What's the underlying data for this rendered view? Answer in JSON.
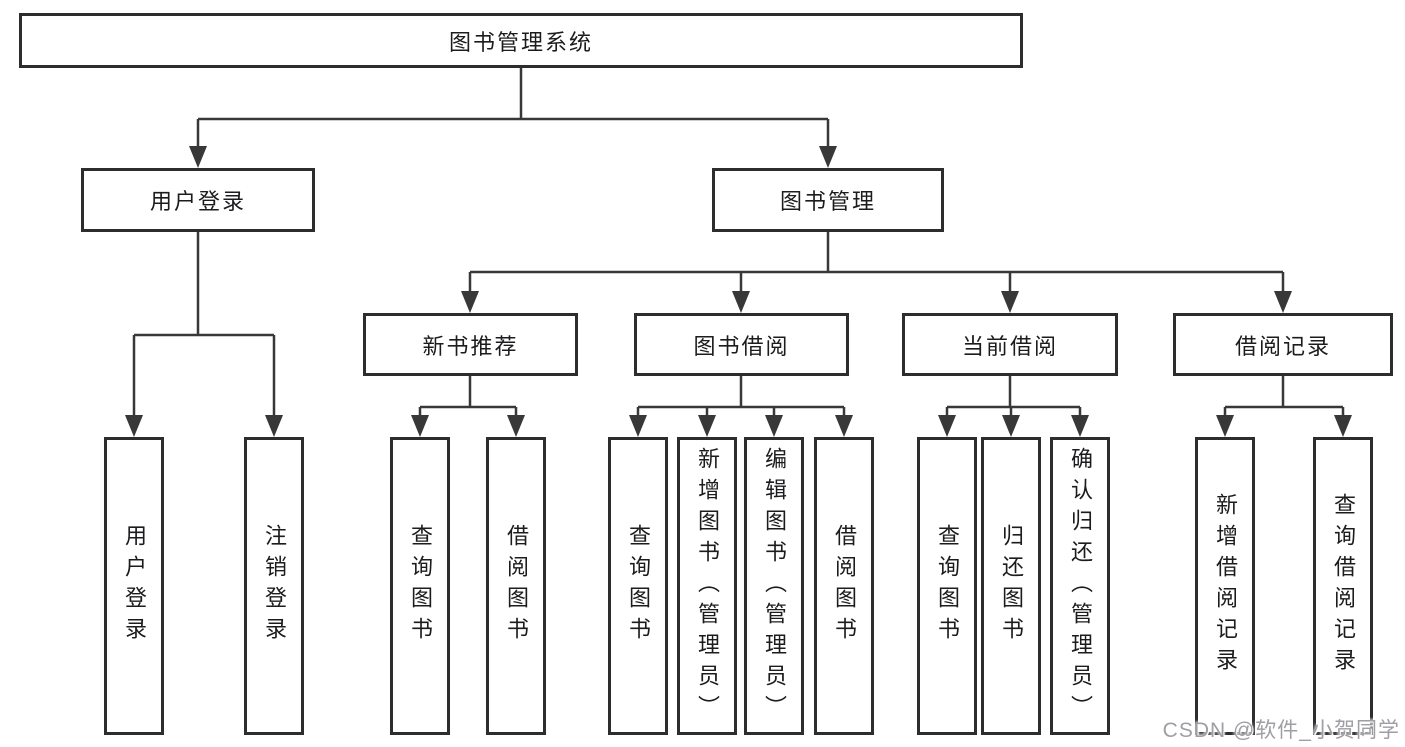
{
  "diagram_title": "图书管理系统",
  "colors": {
    "background": "#ffffff",
    "line": "#383838",
    "box_border": "#2d2d2d",
    "text": "#1c1c1e",
    "watermark": "#9e9ea4"
  },
  "tree": {
    "root": {
      "label": "图书管理系统"
    },
    "branches": [
      {
        "label": "用户登录",
        "leaves": [
          {
            "label": "用户登录"
          },
          {
            "label": "注销登录"
          }
        ]
      },
      {
        "label": "图书管理",
        "groups": [
          {
            "label": "新书推荐",
            "leaves": [
              {
                "label": "查询图书"
              },
              {
                "label": "借阅图书"
              }
            ]
          },
          {
            "label": "图书借阅",
            "leaves": [
              {
                "label": "查询图书"
              },
              {
                "label": "新增图书（管理员）"
              },
              {
                "label": "编辑图书（管理员）"
              },
              {
                "label": "借阅图书"
              }
            ]
          },
          {
            "label": "当前借阅",
            "leaves": [
              {
                "label": "查询图书"
              },
              {
                "label": "归还图书"
              },
              {
                "label": "确认归还（管理员）"
              }
            ]
          },
          {
            "label": "借阅记录",
            "leaves": [
              {
                "label": "新增借阅记录"
              },
              {
                "label": "查询借阅记录"
              }
            ]
          }
        ]
      }
    ]
  },
  "watermark": "CSDN @软件_小贺同学"
}
